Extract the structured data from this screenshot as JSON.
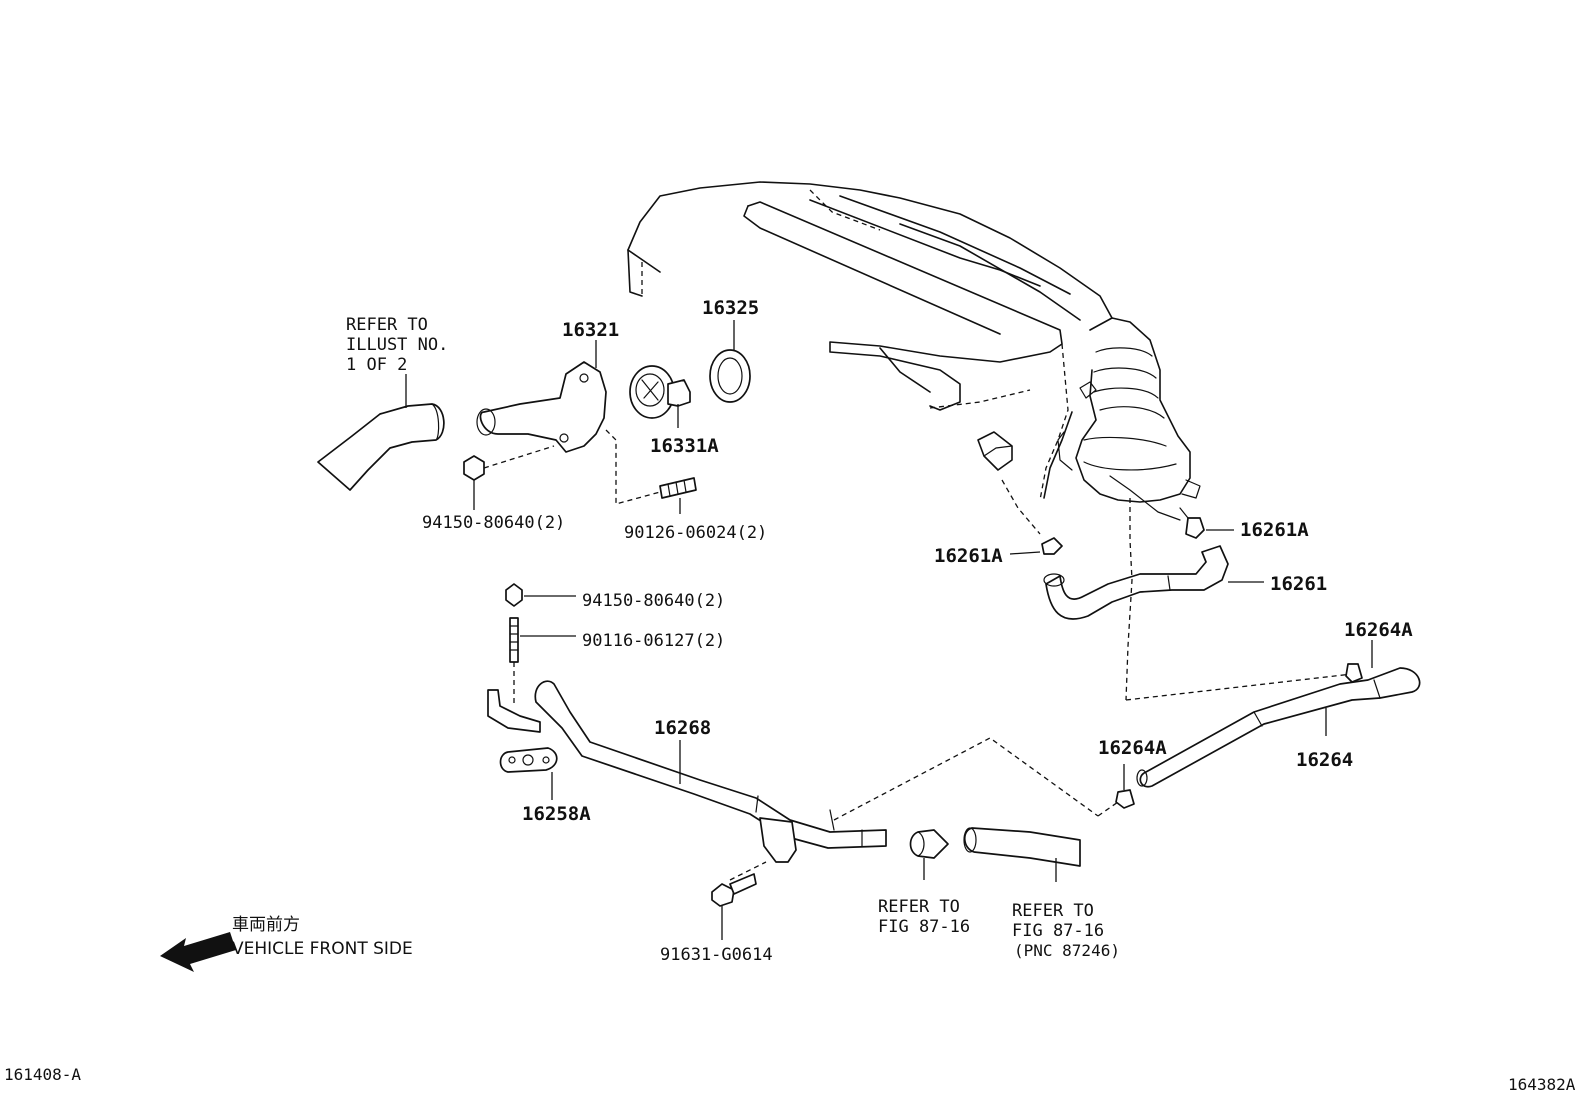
{
  "callouts": {
    "p16321": "16321",
    "p16325": "16325",
    "p16331A": "16331A",
    "p94150_top": "94150-80640(2)",
    "p90126": "90126-06024(2)",
    "p16261A_right": "16261A",
    "p16261A_left": "16261A",
    "p16261": "16261",
    "p94150_mid": "94150-80640(2)",
    "p90116": "90116-06127(2)",
    "p16264A_top": "16264A",
    "p16268": "16268",
    "p16264A_mid": "16264A",
    "p16264": "16264",
    "p16258A": "16258A",
    "p91631": "91631-G0614"
  },
  "notes": {
    "refer_illust": [
      "REFER TO",
      "ILLUST NO.",
      "1 OF 2"
    ],
    "refer_fig_left": [
      "REFER TO",
      "FIG 87-16"
    ],
    "refer_fig_right": [
      "REFER TO",
      "FIG 87-16",
      "(PNC 87246)"
    ]
  },
  "direction": {
    "jp": "車両前方",
    "en": "VEHICLE FRONT SIDE",
    "icon": "arrow-left-icon"
  },
  "footer": {
    "left_code": "161408-A",
    "right_code": "164382A"
  }
}
